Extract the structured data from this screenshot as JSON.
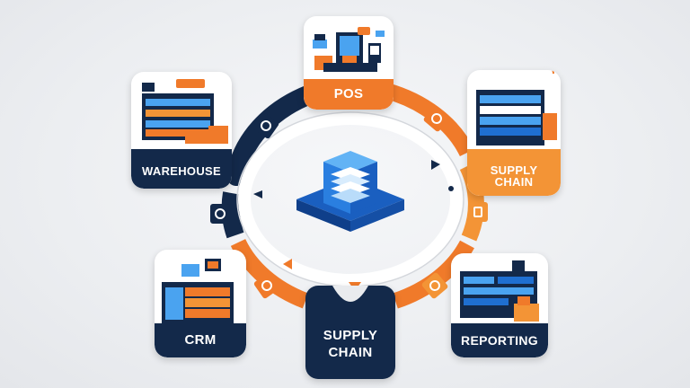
{
  "modules": {
    "pos": {
      "label": "POS"
    },
    "supply_chain_right": {
      "label_line1": "SUPPLY",
      "label_line2": "CHAIN"
    },
    "reporting": {
      "label": "REPORTING"
    },
    "supply_chain_bottom": {
      "label_line1": "SUPPLY",
      "label_line2": "CHAIN"
    },
    "crm": {
      "label": "CRM"
    },
    "warehouse": {
      "label": "WAREHOUSE"
    }
  },
  "colors": {
    "navy": "#13294a",
    "orange": "#f07a2a",
    "blue": "#1f6fd1",
    "light_blue": "#4aa3f0"
  }
}
